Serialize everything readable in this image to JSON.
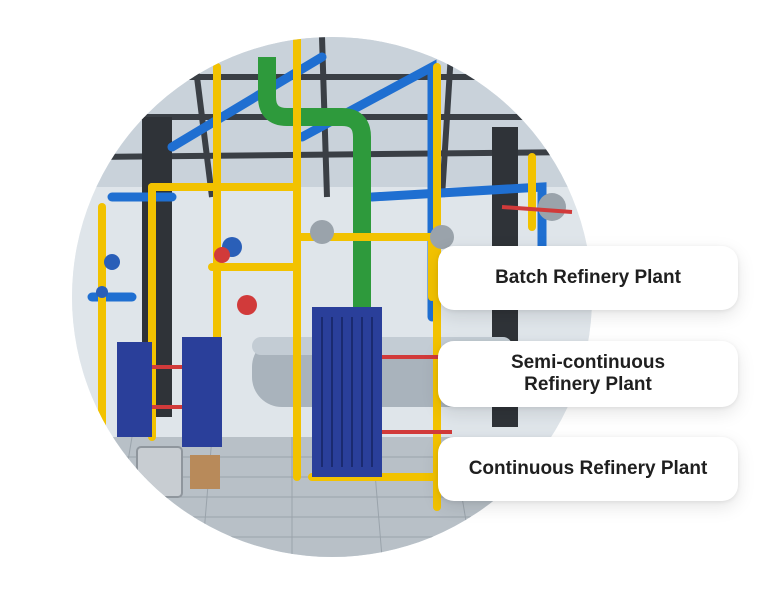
{
  "plant_options": [
    {
      "label": "Batch Refinery Plant"
    },
    {
      "label": "Semi-continuous\nRefinery Plant"
    },
    {
      "label": "Continuous Refinery Plant"
    }
  ],
  "colors": {
    "card_text": "#1f1f1f",
    "card_background": "#ffffff",
    "pipe_yellow": "#f2c200",
    "pipe_blue": "#1f6fd1",
    "pipe_green": "#2e9a3c",
    "heat_exchanger_blue": "#2a3f9a"
  },
  "photo": {
    "subject": "refinery-plant-piping-photo"
  }
}
